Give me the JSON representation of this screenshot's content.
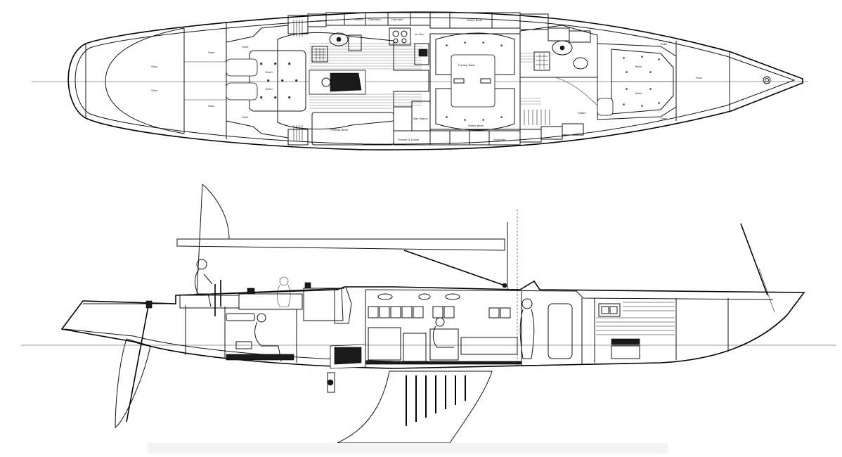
{
  "labels": {
    "stern_stow_1": "Stow",
    "stern_stow_2": "Stow",
    "stern_stow_3": "Stow",
    "stern_stow_4": "Stow",
    "shelf_port": "Shelf",
    "shelf_stbd": "Shelf",
    "aft_berth_port": "Berth",
    "aft_berth_stbd": "Berth",
    "cabinet_1": "Cabinet",
    "cabinet_2": "Cabinet",
    "cupboard_1": "Cupboard",
    "cupboard_2": "Cupboard",
    "ice_box": "Ice Box",
    "settee_berth_1": "Settee Berth",
    "settee_berth_2": "Settee Berth",
    "folding_table": "Folding Table",
    "pilot_berth": "Pullman Berth",
    "nav_station": "Nav Station",
    "fwd_berth_port": "Berth",
    "fwd_berth_stbd": "Berth",
    "fwd_shelf_1": "Shelf",
    "fwd_shelf_2": "Shelf",
    "fwd_settee": "Settee",
    "bow_stow": "Stow",
    "freezer": "Freezer & Locker",
    "wardrobe": "Wardrobe"
  },
  "colors": {
    "line": "#111111",
    "fill_dark": "#1a1a1a",
    "background": "#ffffff"
  }
}
